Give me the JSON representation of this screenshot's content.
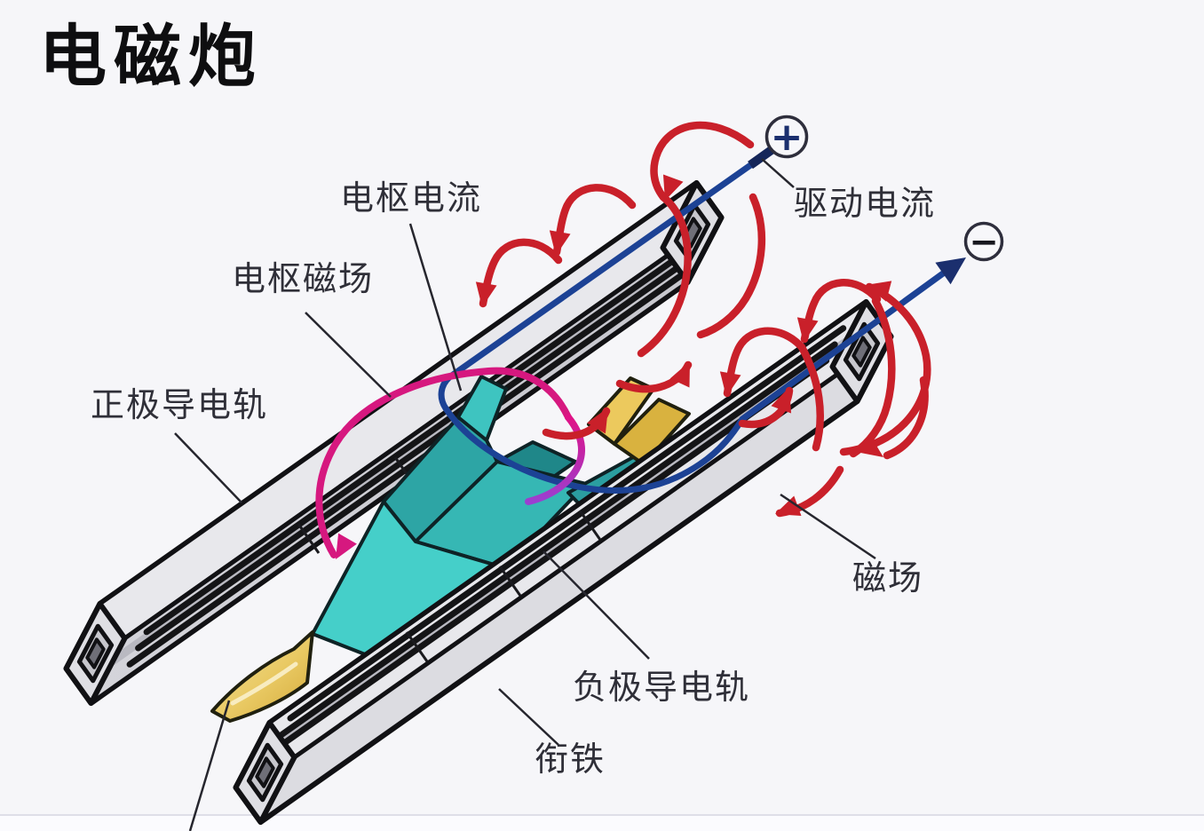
{
  "title": "电磁炮",
  "diagram": {
    "labels": {
      "armature_current": "电枢电流",
      "armature_field": "电枢磁场",
      "drive_current": "驱动电流",
      "positive_rail": "正极导电轨",
      "magnetic_field": "磁场",
      "negative_rail": "负极导电轨",
      "armature": "衔铁"
    },
    "terminals": {
      "positive": "+",
      "negative": "−"
    },
    "colors": {
      "background": "#f6f6f9",
      "rail_gray": "#dcdce1",
      "rail_top_face": "#e8e8ec",
      "rail_groove_dark": "#141416",
      "armature_teal": "#45cfc9",
      "projectile_gold": "#ecd06e",
      "field_loop_red": "#c9202a",
      "drive_current_blue": "#1c4295",
      "terminal_navy": "#1b2f6e",
      "armature_field_magenta": "#d6187f",
      "label_text": "#2f2f38"
    }
  }
}
